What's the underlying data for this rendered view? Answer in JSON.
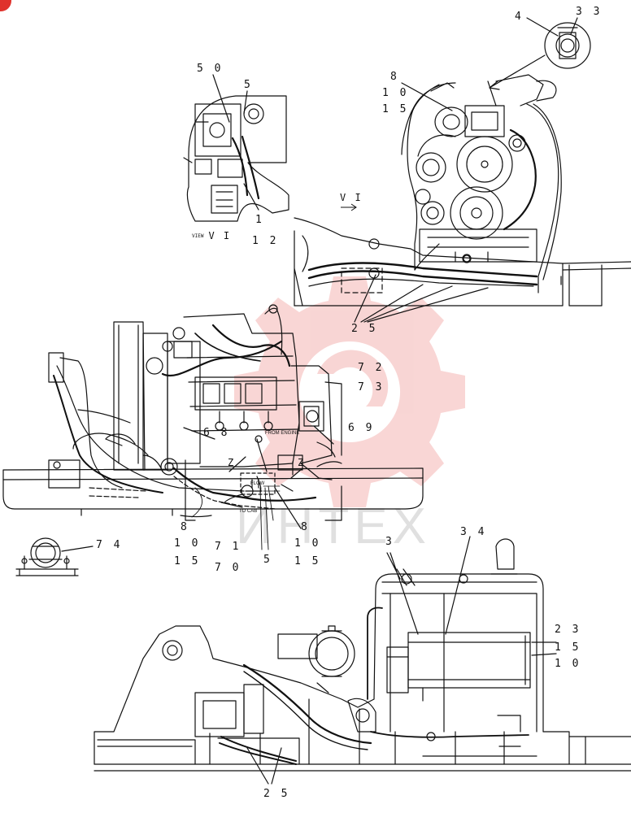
{
  "watermark": {
    "text": "ИНТЕХ",
    "color": "#e0322c"
  },
  "views": {
    "view_vi_title": "V I",
    "view_vi_prefix": "VIEW",
    "arrow_vi": "V I"
  },
  "notes": {
    "from_engine": "FROM ENGINE",
    "to_cab": "TO CAB",
    "z_left": "Z",
    "z_right": "Z",
    "flow": "FLOW"
  },
  "callouts": {
    "c50": "5 0",
    "c5_top": "5",
    "c1": "1",
    "c12": "1 2",
    "c4": "4",
    "c33": "3 3",
    "c8_tr": "8",
    "c10_tr": "1 0",
    "c15_tr": "1 5",
    "c25_mid": "2 5",
    "c72": "7 2",
    "c73": "7 3",
    "c68": "6 8",
    "c69": "6 9",
    "c8_l": "8",
    "c10_l": "1 0",
    "c15_l": "1 5",
    "c71": "7 1",
    "c70": "7 0",
    "c5_mid": "5",
    "c8_r": "8",
    "c10_r": "1 0",
    "c15_r": "1 5",
    "c74": "7 4",
    "c3": "3",
    "c34": "3 4",
    "c23": "2 3",
    "c15_br": "1 5",
    "c10_br": "1 0",
    "c25_bot": "2 5"
  }
}
